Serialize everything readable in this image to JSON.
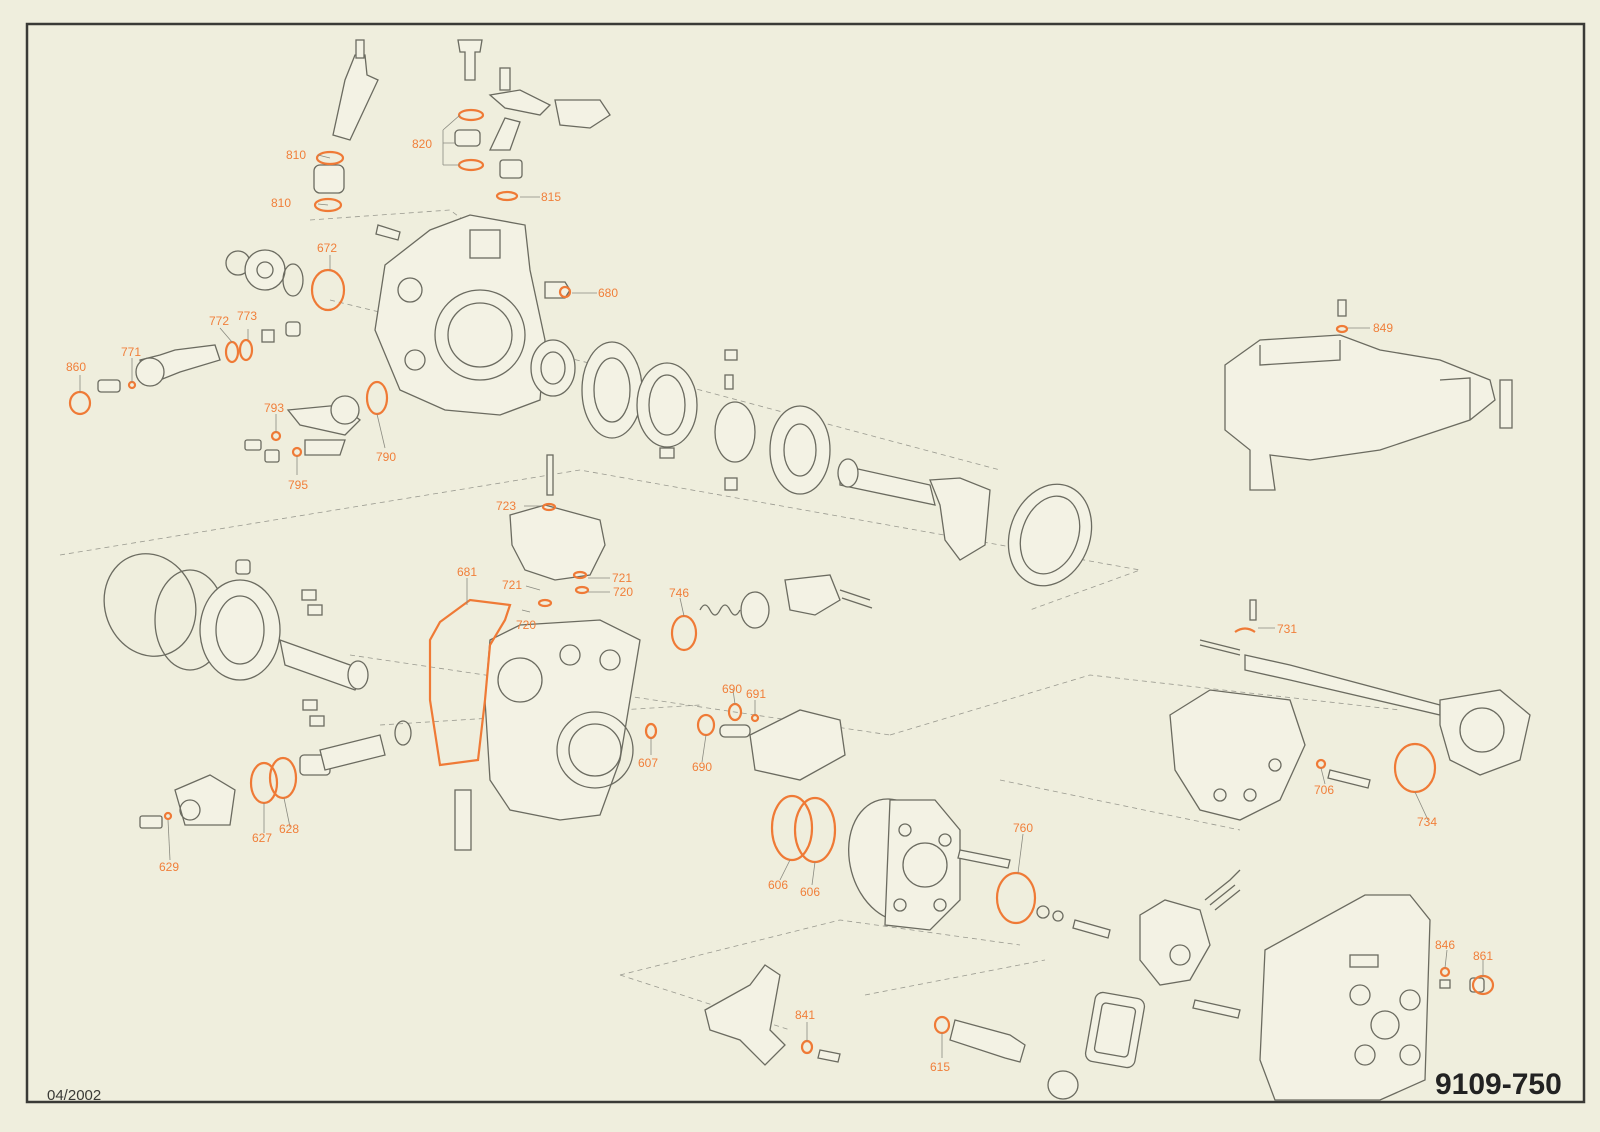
{
  "sheet": {
    "date": "04/2002",
    "drawing_number": "9109-750"
  },
  "callouts": [
    {
      "id": "c810a",
      "text": "810"
    },
    {
      "id": "c810b",
      "text": "810"
    },
    {
      "id": "c820",
      "text": "820"
    },
    {
      "id": "c815",
      "text": "815"
    },
    {
      "id": "c672",
      "text": "672"
    },
    {
      "id": "c680",
      "text": "680"
    },
    {
      "id": "c772",
      "text": "772"
    },
    {
      "id": "c773",
      "text": "773"
    },
    {
      "id": "c771",
      "text": "771"
    },
    {
      "id": "c860",
      "text": "860"
    },
    {
      "id": "c793",
      "text": "793"
    },
    {
      "id": "c790",
      "text": "790"
    },
    {
      "id": "c795",
      "text": "795"
    },
    {
      "id": "c849",
      "text": "849"
    },
    {
      "id": "c723",
      "text": "723"
    },
    {
      "id": "c681",
      "text": "681"
    },
    {
      "id": "c721a",
      "text": "721"
    },
    {
      "id": "c721b",
      "text": "721"
    },
    {
      "id": "c720a",
      "text": "720"
    },
    {
      "id": "c720b",
      "text": "720"
    },
    {
      "id": "c746",
      "text": "746"
    },
    {
      "id": "c731",
      "text": "731"
    },
    {
      "id": "c690a",
      "text": "690"
    },
    {
      "id": "c691",
      "text": "691"
    },
    {
      "id": "c607",
      "text": "607"
    },
    {
      "id": "c690b",
      "text": "690"
    },
    {
      "id": "c706",
      "text": "706"
    },
    {
      "id": "c734",
      "text": "734"
    },
    {
      "id": "c627",
      "text": "627"
    },
    {
      "id": "c628",
      "text": "628"
    },
    {
      "id": "c629",
      "text": "629"
    },
    {
      "id": "c606a",
      "text": "606"
    },
    {
      "id": "c606b",
      "text": "606"
    },
    {
      "id": "c760",
      "text": "760"
    },
    {
      "id": "c846",
      "text": "846"
    },
    {
      "id": "c861",
      "text": "861"
    },
    {
      "id": "c841",
      "text": "841"
    },
    {
      "id": "c615",
      "text": "615"
    }
  ],
  "colors": {
    "paper": "#efeedd",
    "callout": "#f07f3a",
    "line": "#6b6b60",
    "frame": "#3a3a36"
  }
}
